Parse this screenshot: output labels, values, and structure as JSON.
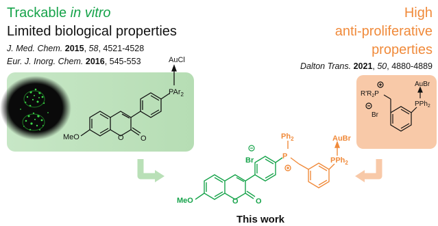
{
  "left": {
    "title_a": "Trackable ",
    "title_b": "in vitro",
    "subtitle": "Limited biological properties",
    "ref1": {
      "journal": "J. Med. Chem.",
      "year": "2015",
      "volume": "58",
      "pages": "4521-4528"
    },
    "ref2": {
      "journal": "Eur. J. Inorg. Chem.",
      "year": "2016",
      "pages": "545-553"
    },
    "mol": {
      "metal": "AuCl",
      "phosphine": "PAr",
      "sub": "2",
      "methoxy": "MeO",
      "carbonyl_o": "O",
      "ring_o": "O"
    }
  },
  "right": {
    "line1": "High",
    "line2": "anti-proliferative",
    "line3": "properties",
    "ref": {
      "journal": "Dalton Trans.",
      "year": "2021",
      "volume": "50",
      "pages": "4880-4889"
    },
    "mol": {
      "phosphonium": "R'R",
      "sub": "2",
      "p": "P",
      "bromide": "Br",
      "metal": "AuBr",
      "phosphine": "PPh",
      "sub2": "2"
    }
  },
  "center": {
    "bromide": "Br",
    "ph2": "Ph",
    "sub": "2",
    "p": "P",
    "metal": "AuBr",
    "phosphine": "PPh",
    "methoxy": "MeO",
    "carbonyl_o": "O",
    "ring_o": "O",
    "caption": "This work"
  },
  "colors": {
    "green": "#16a34a",
    "orange": "#f08a3a",
    "panel_green": "#c7e7c6",
    "panel_orange": "#f8c9a8"
  }
}
